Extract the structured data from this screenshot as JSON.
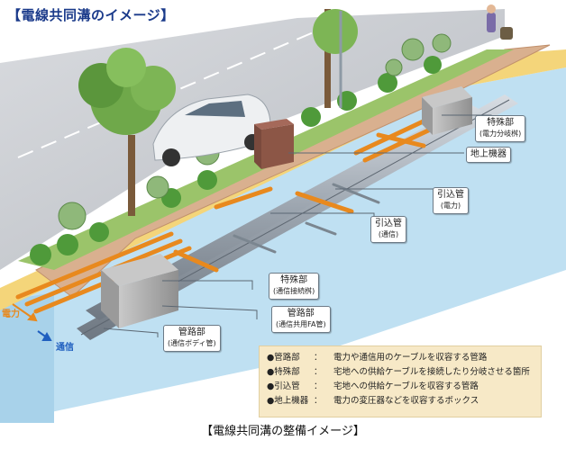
{
  "header": {
    "title": "【電線共同溝のイメージ】"
  },
  "callouts": {
    "special_power": {
      "main": "特殊部",
      "sub": "(電力分岐桝)"
    },
    "ground_equipment": {
      "main": "地上機器"
    },
    "lead_in_power": {
      "main": "引込管",
      "sub": "(電力)"
    },
    "lead_in_comm": {
      "main": "引込管",
      "sub": "(通信)"
    },
    "special_comm": {
      "main": "特殊部",
      "sub": "(通信接続桝)"
    },
    "pipe_fa": {
      "main": "管路部",
      "sub": "(通信共用FA管)"
    },
    "pipe_body": {
      "main": "管路部",
      "sub": "(通信ボディ管)"
    }
  },
  "side_labels": {
    "power": "電力",
    "comm": "通信"
  },
  "legend": [
    {
      "term": "●管路部",
      "colon": "：",
      "desc": "電力や通信用のケーブルを収容する管路"
    },
    {
      "term": "●特殊部",
      "colon": "：",
      "desc": "宅地への供給ケーブルを接続したり分岐させる箇所"
    },
    {
      "term": "●引込管",
      "colon": "：",
      "desc": "宅地への供給ケーブルを収容する管路"
    },
    {
      "term": "●地上機器",
      "colon": "：",
      "desc": "電力の変圧器などを収容するボックス"
    }
  ],
  "caption": "【電線共同溝の整備イメージ】",
  "colors": {
    "power": "#e8891e",
    "comm": "#1f5fbf",
    "road": "#c9ccd1",
    "sidewalk": "#d8a882",
    "legend_bg": "#f7e9c7"
  }
}
